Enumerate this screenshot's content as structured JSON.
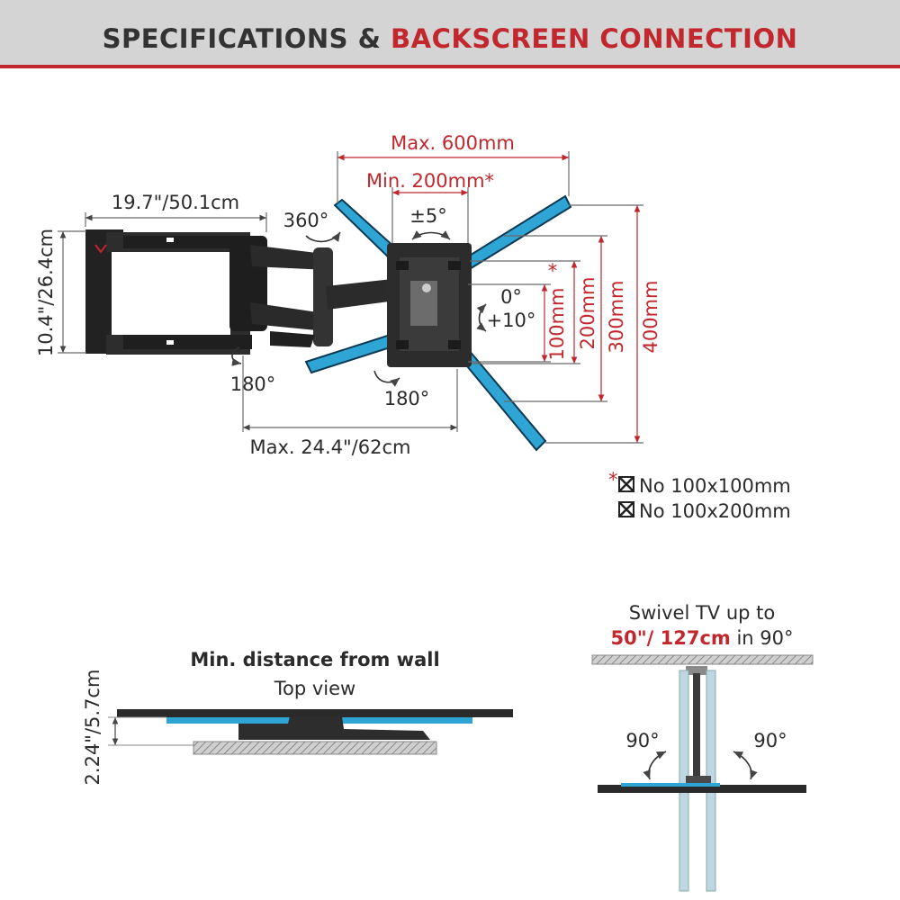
{
  "header": {
    "title_part1": "SPECIFICATIONS & ",
    "title_part2": "BACKSCREEN CONNECTION"
  },
  "colors": {
    "accent_red": "#c1272d",
    "vesa_blue": "#2fa5d6",
    "mount_black": "#262626",
    "header_bg": "#d4d4d4",
    "dim_line": "#6a6a6a"
  },
  "main_diagram": {
    "max_width": "Max. 600mm",
    "min_width": "Min. 200mm*",
    "tilt_swivel": "±5°",
    "rotation": "360°",
    "arm_width": "19.7\"/50.1cm",
    "plate_height": "10.4\"/26.4cm",
    "tilt_up": "0°",
    "tilt_down": "+10°",
    "height_100": "100mm",
    "height_100_star": "*",
    "height_200": "200mm",
    "height_300": "300mm",
    "height_400": "400mm",
    "swivel_wall": "180°",
    "swivel_head": "180°",
    "extension": "Max. 24.4\"/62cm"
  },
  "notes": {
    "star": "*",
    "items": [
      "No 100x100mm",
      "No 100x200mm"
    ]
  },
  "wall_distance": {
    "title": "Min. distance from wall",
    "subtitle": "Top view",
    "dimension": "2.24\"/5.7cm"
  },
  "swivel_info": {
    "line1": "Swivel TV up to",
    "size": "50\"/ 127cm",
    "suffix": " in 90°",
    "angle_left": "90°",
    "angle_right": "90°"
  }
}
